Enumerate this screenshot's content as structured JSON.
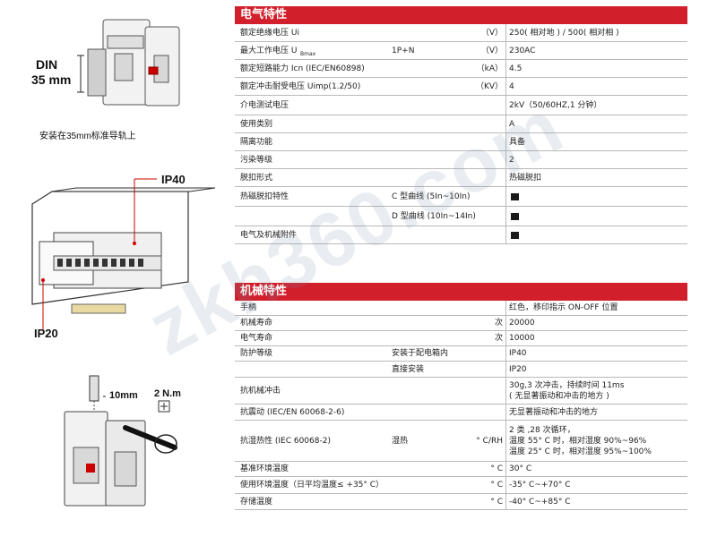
{
  "left": {
    "din_label": "DIN",
    "din_size": "35 mm",
    "install_caption": "安装在35mm标准导轨上",
    "ip40": "IP40",
    "ip20": "IP20",
    "length": "10mm",
    "torque": "2 N.m"
  },
  "electrical": {
    "title": "电气特性",
    "rows": [
      {
        "label": "额定绝缘电压 Ui",
        "mid": "",
        "unit": "（V）",
        "value": "250( 相对地 ) / 500( 相对相 )",
        "marker": false
      },
      {
        "label": "最大工作电压 U",
        "label_sub": "Bmax",
        "mid": "1P+N",
        "unit": "（V）",
        "value": "230AC",
        "marker": false
      },
      {
        "label": "额定短路能力 Icn (IEC/EN60898)",
        "mid": "",
        "unit": "（kA）",
        "value": "4.5",
        "marker": false
      },
      {
        "label": "额定冲击耐受电压 Uimp(1.2/50)",
        "mid": "",
        "unit": "（KV）",
        "value": "4",
        "marker": false
      },
      {
        "label": "介电测试电压",
        "mid": "",
        "unit": "",
        "value": "2kV（50/60HZ,1 分钟）",
        "marker": false
      },
      {
        "label": "使用类别",
        "mid": "",
        "unit": "",
        "value": "A",
        "marker": false
      },
      {
        "label": "隔离功能",
        "mid": "",
        "unit": "",
        "value": "具备",
        "marker": false
      },
      {
        "label": "污染等级",
        "mid": "",
        "unit": "",
        "value": "2",
        "marker": false
      },
      {
        "label": "脱扣形式",
        "mid": "",
        "unit": "",
        "value": "热磁脱扣",
        "marker": false
      },
      {
        "label": "热磁脱扣特性",
        "mid": "C 型曲线 (5In~10In)",
        "unit": "",
        "value": "",
        "marker": true
      },
      {
        "label": "",
        "mid": "D 型曲线 (10In~14In)",
        "unit": "",
        "value": "",
        "marker": true
      },
      {
        "label": "电气及机械附件",
        "mid": "",
        "unit": "",
        "value": "",
        "marker": true
      }
    ]
  },
  "mechanical": {
    "title": "机械特性",
    "rows": [
      {
        "label": "手柄",
        "mid": "",
        "unit": "",
        "value": "红色，移印指示 ON-OFF 位置"
      },
      {
        "label": "机械寿命",
        "mid": "",
        "unit": "次",
        "value": "20000"
      },
      {
        "label": "电气寿命",
        "mid": "",
        "unit": "次",
        "value": "10000"
      },
      {
        "label": "防护等级",
        "mid": "安装于配电箱内",
        "unit": "",
        "value": "IP40"
      },
      {
        "label": "",
        "mid": "直接安装",
        "unit": "",
        "value": "IP20"
      },
      {
        "label": "抗机械冲击",
        "mid": "",
        "unit": "",
        "value": "30g,3 次冲击，持续时间 11ms",
        "value2": "( 无显著振动和冲击的地方 )"
      },
      {
        "label": "抗震动 (IEC/EN 60068-2-6)",
        "mid": "",
        "unit": "",
        "value": "无显著振动和冲击的地方"
      },
      {
        "label": "抗湿热性 (IEC 60068-2)",
        "mid": "湿热",
        "unit": "° C/RH",
        "value": "2 类 ,28 次循环，",
        "value2": "温度 55° C 时，相对湿度 90%~96%",
        "value3": "温度 25° C 时，相对湿度 95%~100%"
      },
      {
        "label": "基准环境温度",
        "mid": "",
        "unit": "° C",
        "value": "30° C"
      },
      {
        "label": "使用环境温度（日平均温度≤ +35° C）",
        "mid": "",
        "unit": "° C",
        "value": "-35° C~+70° C"
      },
      {
        "label": "存储温度",
        "mid": "",
        "unit": "° C",
        "value": "-40° C~+85° C"
      }
    ]
  },
  "watermark": "zkh360.com",
  "colors": {
    "accent": "#d11f2b"
  }
}
